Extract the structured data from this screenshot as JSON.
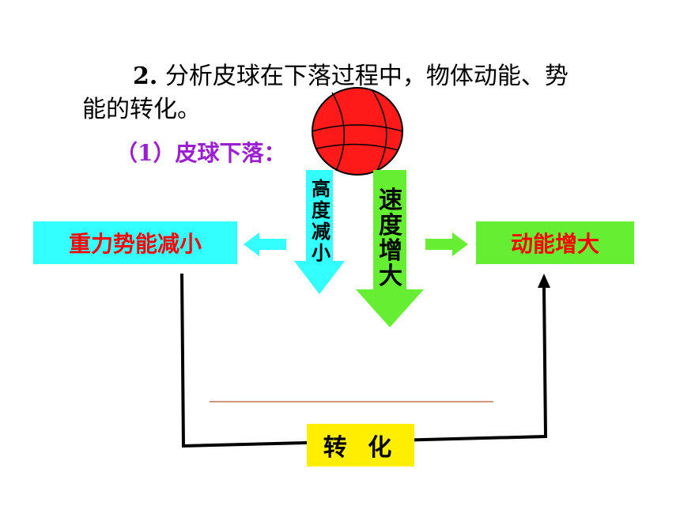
{
  "question": {
    "number": "2.",
    "line1": " 分析皮球在下落过程中，物体动能、势",
    "line2": "能的转化。"
  },
  "subtitle": "（1）皮球下落：",
  "boxes": {
    "potential_energy": "重力势能减小",
    "kinetic_energy": "动能增大",
    "conversion": "转 化"
  },
  "arrows": {
    "height_label": [
      "高",
      "度",
      "减",
      "小"
    ],
    "speed_label": [
      "速",
      "度",
      "增",
      "大"
    ]
  },
  "colors": {
    "ball": "#ff1a1a",
    "cyan_arrow": "#33ffff",
    "green_arrow": "#66ee33",
    "subtitle": "#9b1fd0",
    "box_text": "#ff0000",
    "conversion_box": "#ffee00"
  }
}
